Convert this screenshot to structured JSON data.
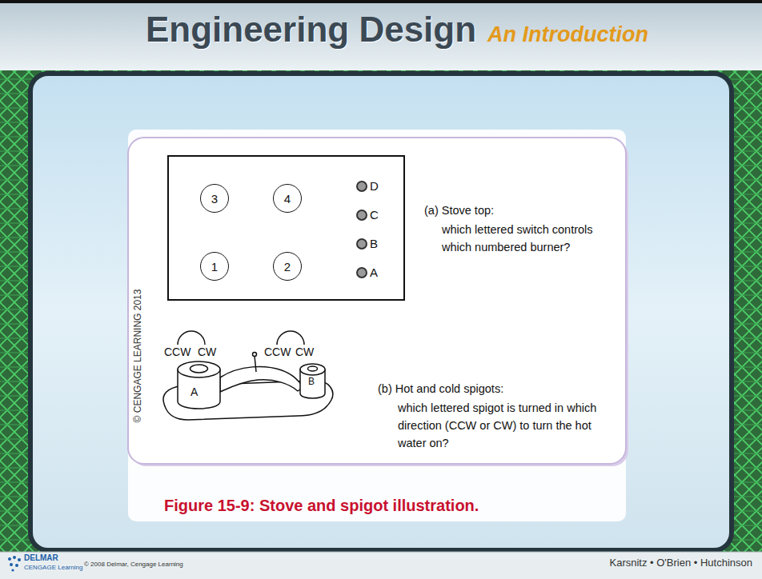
{
  "diagram": {
    "title": "Engineering Design",
    "caption": "Figure 15-9: Stove and spigot illustration.",
    "nodes": [
      {
        "text": [
          "3"
        ]
      },
      {
        "text": [
          "4"
        ]
      },
      {
        "text": [
          "1"
        ]
      },
      {
        "text": [
          "2"
        ]
      }
    ],
    "labels": [
      "An Introduction",
      "D",
      "C",
      "B",
      "A",
      "(a) Stove top:",
      "which lettered switch controls which numbered burner?",
      "CCW",
      "CW",
      "CCW",
      "CW",
      "A",
      "B",
      "(b) Hot and cold spigots:",
      "which lettered spigot is turned in which direction (CCW or CW) to turn the hot water on?",
      "© CENGAGE LEARNING 2013",
      "DELMAR",
      "CENGAGE Learning",
      "© 2008 Delmar, Cengage Learning",
      "Karsnitz • O'Brien • Hutchinson"
    ]
  }
}
